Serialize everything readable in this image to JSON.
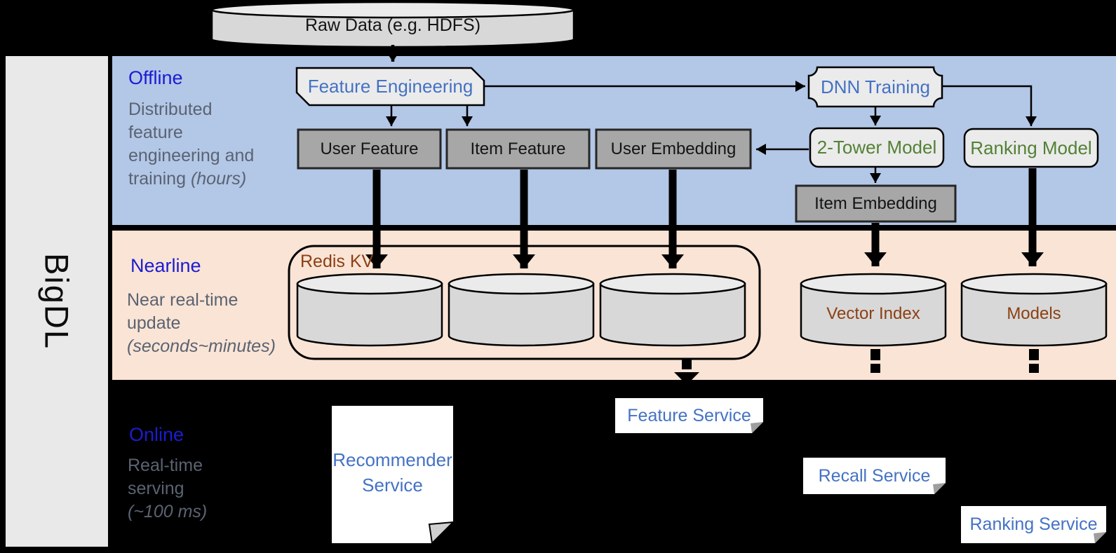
{
  "brand": {
    "label": "BigDL"
  },
  "raw_data": {
    "label": "Raw Data (e.g. HDFS)"
  },
  "sections": {
    "offline": {
      "title": "Offline",
      "desc_lines": [
        "Distributed",
        "feature",
        "engineering and"
      ],
      "desc_tail": "training ",
      "desc_italic": "(hours)"
    },
    "nearline": {
      "title": "Nearline",
      "desc_lines": [
        "Near real-time",
        "update"
      ],
      "desc_italic": "(seconds~minutes)"
    },
    "online": {
      "title": "Online",
      "desc_lines": [
        "Real-time",
        "serving"
      ],
      "desc_italic": "(~100 ms)"
    }
  },
  "offline_nodes": {
    "feature_engineering": "Feature Engineering",
    "dnn_training": "DNN Training",
    "user_feature": "User Feature",
    "item_feature": "Item Feature",
    "user_embedding": "User Embedding",
    "two_tower_model": "2-Tower Model",
    "ranking_model": "Ranking Model",
    "item_embedding": "Item Embedding"
  },
  "nearline_nodes": {
    "redis_kv": "Redis KV",
    "vector_index": "Vector Index",
    "models": "Models"
  },
  "online_nodes": {
    "recommender_line1": "Recommender",
    "recommender_line2": "Service",
    "feature_service": "Feature Service",
    "recall_service": "Recall Service",
    "ranking_service": "Ranking Service"
  },
  "colors": {
    "band_blue": "#b3c7e7",
    "band_orange": "#fae4d5",
    "sidebar_gray": "#e9e9e9",
    "node_gray": "#a7a7a7",
    "node_light": "#ebebeb",
    "cylinder_body": "#d8d8d8",
    "cylinder_top": "#ebebeb",
    "accent_blue": "#4472c4",
    "title_blue": "#1c1cd2",
    "desc_gray": "#5a6372",
    "green": "#538135",
    "brown": "#8c4013",
    "service_white": "#ffffff"
  }
}
